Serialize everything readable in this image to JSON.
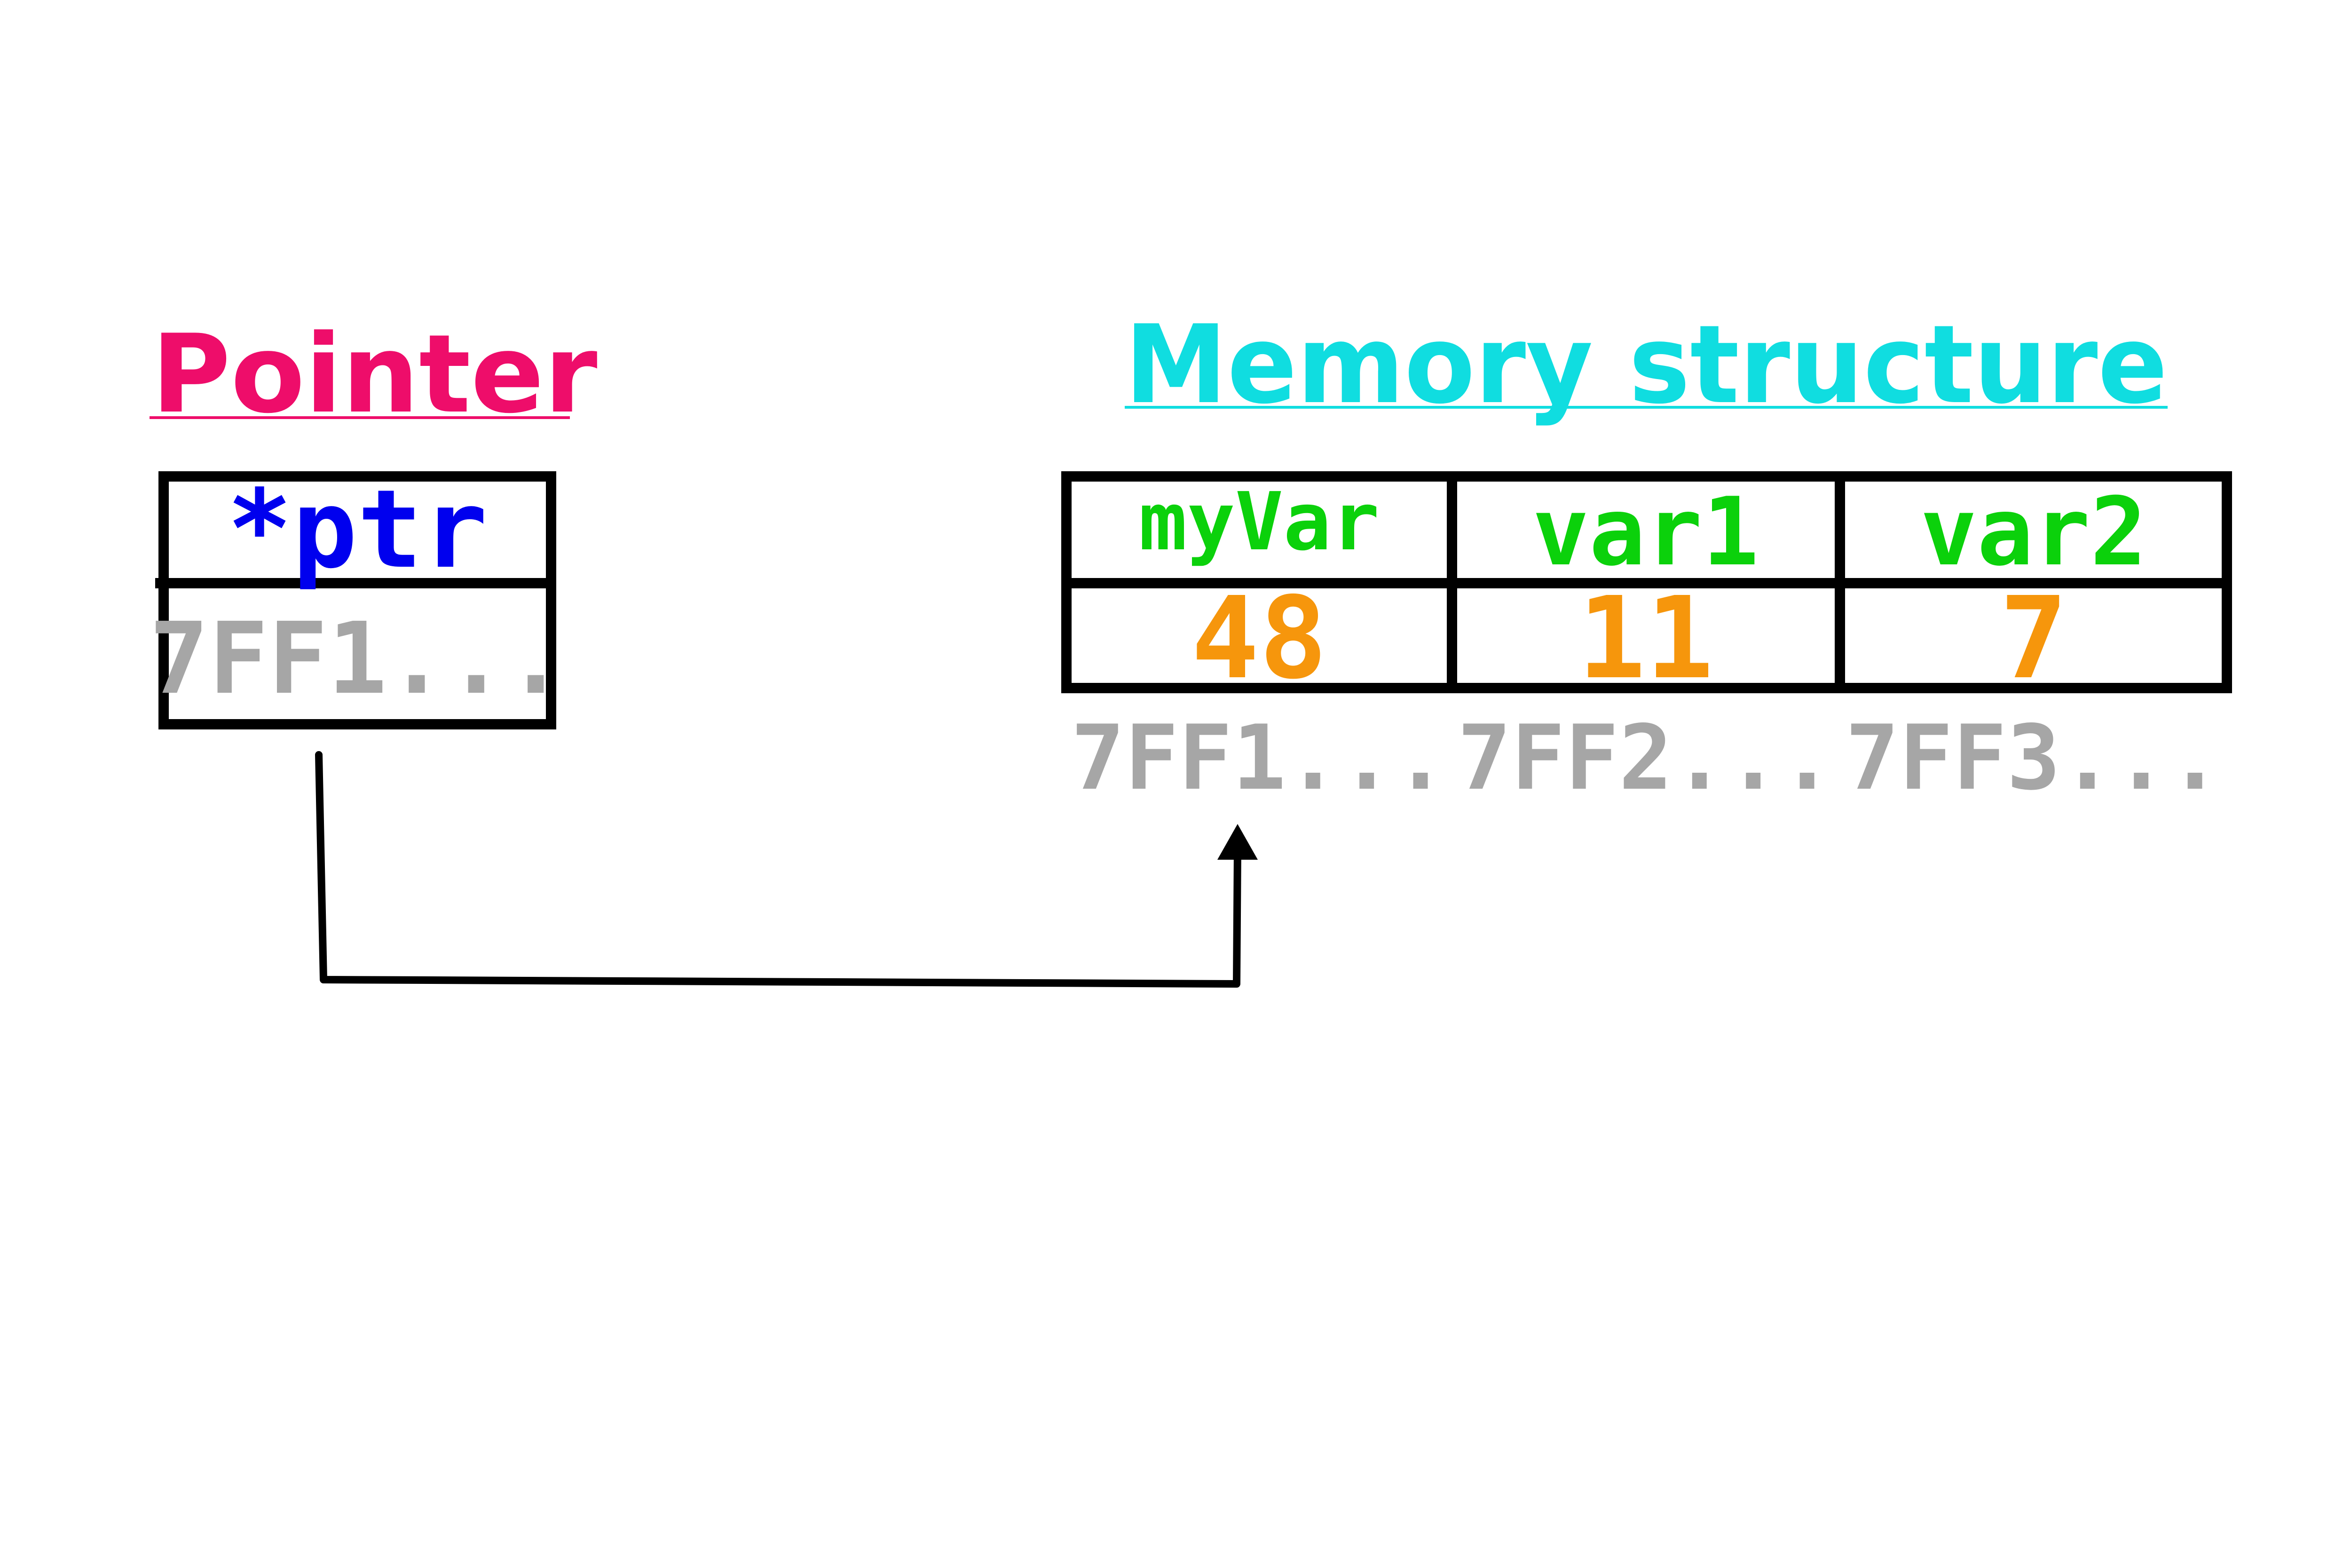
{
  "pointer": {
    "title": "Pointer",
    "name": "*ptr",
    "value": "7FF1..."
  },
  "memory": {
    "title": "Memory structure",
    "cells": [
      {
        "name": "myVar",
        "value": "48",
        "address": "7FF1..."
      },
      {
        "name": "var1",
        "value": "11",
        "address": "7FF2..."
      },
      {
        "name": "var2",
        "value": "7",
        "address": "7FF3..."
      }
    ]
  },
  "colors": {
    "pointer_title": "#ee0d6a",
    "memory_title": "#10dde0",
    "pointer_name": "#0000ee",
    "var_name": "#0bd10b",
    "var_value": "#f6960c",
    "address": "#a6a6a6",
    "stroke": "#000000"
  }
}
